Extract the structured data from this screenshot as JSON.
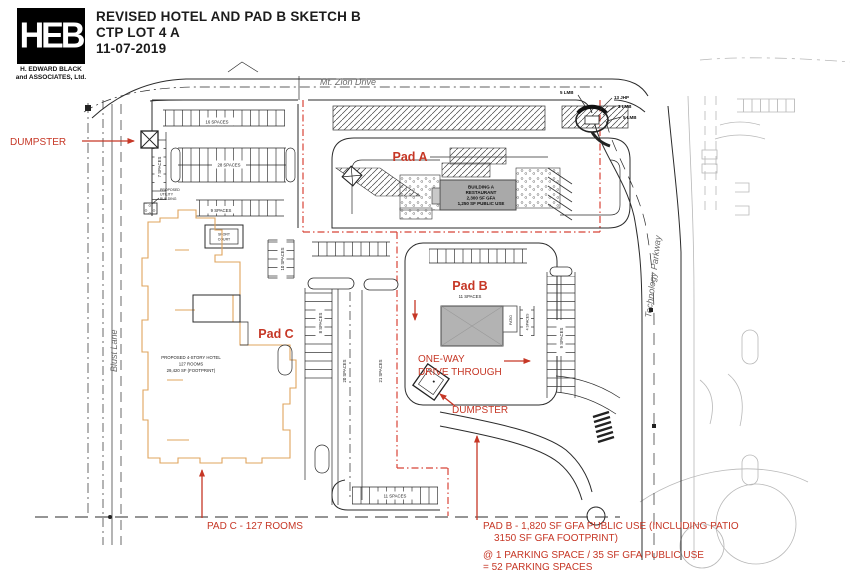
{
  "header": {
    "logo_monogram": "HEB",
    "logo_firm_line1": "H. EDWARD BLACK",
    "logo_firm_line2": "and ASSOCIATES, Ltd.",
    "title_line1": "REVISED HOTEL AND PAD B SKETCH B",
    "title_line2": "CTP LOT 4 A",
    "title_line3": "11-07-2019"
  },
  "roads": {
    "top_label": "Mt. Zion Drive",
    "left_label": "Blust Lane",
    "right_label": "Technology Parkway"
  },
  "colors": {
    "annotation_red": "#C63726",
    "lease_line_red": "#D84337",
    "hotel_outline_orange": "#DFA45E",
    "building_gray": "#A9A9A9",
    "drawing_black": "#2B2B2B",
    "context_gray": "#B8B8B8"
  },
  "pad_a": {
    "label": "Pad A",
    "building_line1": "BUILDING A",
    "building_line2": "RESTAURANT",
    "building_line3": "2,300 SF GFA",
    "building_line4": "1,250 SF PUBLIC USE"
  },
  "pad_b": {
    "label": "Pad B",
    "spaces": "11 SPACES",
    "patio": "PATIO",
    "side_spaces": "4 SPACES",
    "east_spaces": "9 SPACES"
  },
  "pad_c": {
    "label": "Pad C"
  },
  "hotel": {
    "line1": "PROPOSED 4-STORY HOTEL",
    "line2": "127 ROOMS",
    "line3": "29,420 SF (FOOTPRINT)"
  },
  "sport_court": {
    "line1": "SPORT",
    "line2": "COURT"
  },
  "utility_building": {
    "line1": "PROPOSED",
    "line2": "UTILITY",
    "line3": "BUILDING"
  },
  "parking": {
    "nw_row1": "16 SPACES",
    "nw_row2": "28 SPACES",
    "nw_row3": "9 SPACES",
    "nw_col": "7 SPACES",
    "mid_col1": "10 SPACES",
    "mid_col2": "8 SPACES",
    "mid_col3": "20 SPACES",
    "mid_col4": "21 SPACES",
    "south_row": "11 SPACES"
  },
  "annotations": {
    "dumpster_nw": "DUMPSTER",
    "dumpster_pad_b": "DUMPSTER",
    "one_way_line1": "ONE-WAY",
    "one_way_line2": "DRIVE  THROUGH",
    "pad_c_note": "PAD C -  127 ROOMS",
    "pad_b_note_line1": "PAD B - 1,820 SF GFA PUBLIC USE (INCLUDING PATIO",
    "pad_b_note_line2": "3150  SF GFA FOOTPRINT)",
    "ratio_line1": "@ 1 PARKING SPACE / 35 SF GFA PUBLIC USE",
    "ratio_line2": "= 52 PARKING SPACES"
  },
  "plantings": {
    "label1": "5 LMB",
    "label2": "13 JHP",
    "label3": "3 LMB",
    "label4": "5 LMB"
  }
}
